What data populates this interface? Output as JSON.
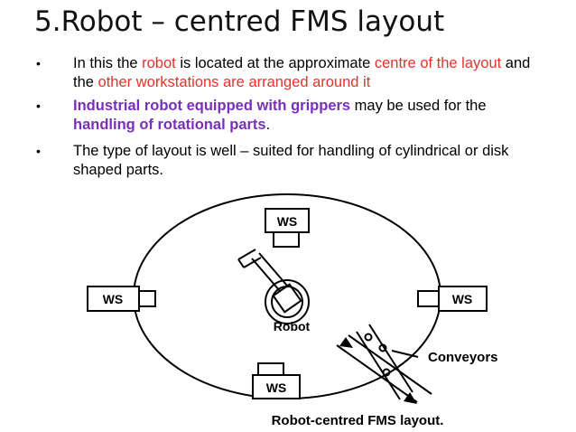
{
  "slide": {
    "title": "5.Robot – centred FMS layout",
    "bullets": [
      {
        "parts": [
          {
            "text": "In this the ",
            "style": "normal"
          },
          {
            "text": "robot",
            "style": "red"
          },
          {
            "text": " is located at the approximate ",
            "style": "normal"
          },
          {
            "text": "centre of the layout",
            "style": "red"
          },
          {
            "text": " and the ",
            "style": "normal"
          },
          {
            "text": "other workstations are arranged around it",
            "style": "red"
          }
        ]
      },
      {
        "parts": [
          {
            "text": "Industrial robot equipped with grippers",
            "style": "purple"
          },
          {
            "text": " may be used for the ",
            "style": "normal"
          },
          {
            "text": "handling of rotational parts",
            "style": "purple"
          },
          {
            "text": ".",
            "style": "normal"
          }
        ]
      },
      {
        "parts": [
          {
            "text": "The type of layout is well – suited for handling of cylindrical or disk shaped parts.",
            "style": "normal"
          }
        ]
      }
    ],
    "colors": {
      "red": "#e8312b",
      "purple": "#7a2fb8"
    }
  },
  "diagram": {
    "workstation_label": "WS",
    "robot_label": "Robot",
    "conveyors_label": "Conveyors",
    "caption": "Robot-centred FMS layout."
  }
}
